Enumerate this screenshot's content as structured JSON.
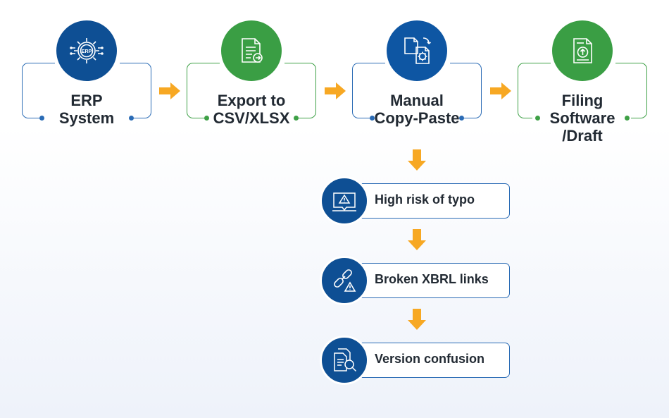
{
  "steps": [
    {
      "label_line1": "ERP",
      "label_line2": "System",
      "icon": "erp-gear-icon",
      "color": "#0e4f94"
    },
    {
      "label_line1": "Export to",
      "label_line2": "CSV/XLSX",
      "icon": "export-document-icon",
      "color": "#3a9e44"
    },
    {
      "label_line1": "Manual",
      "label_line2": "Copy-Paste",
      "icon": "copy-paste-icon",
      "color": "#0e56a3"
    },
    {
      "label_line1": "Filing",
      "label_line2": "Software",
      "label_line3": "/Draft",
      "icon": "upload-file-icon",
      "color": "#3a9e44"
    }
  ],
  "risks": [
    {
      "label": "High risk of typo",
      "icon": "warning-document-icon"
    },
    {
      "label": "Broken XBRL links",
      "icon": "broken-link-icon"
    },
    {
      "label": "Version confusion",
      "icon": "document-search-icon"
    }
  ],
  "colors": {
    "arrow": "#f7a823",
    "blue": "#0e4f94",
    "green": "#3a9e44",
    "outline_blue": "#2a6bb5"
  }
}
